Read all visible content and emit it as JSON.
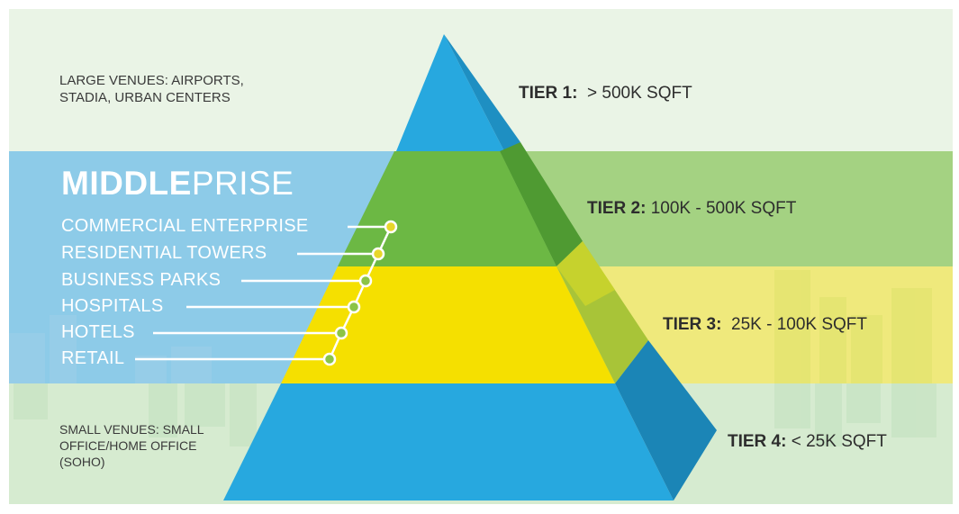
{
  "venues": {
    "large": [
      "LARGE VENUES: AIRPORTS,",
      "STADIA, URBAN CENTERS"
    ],
    "small": [
      "SMALL VENUES: SMALL",
      "OFFICE/HOME OFFICE",
      "(SOHO)"
    ]
  },
  "middleprise": {
    "bold": "MIDDLE",
    "light": "PRISE"
  },
  "segments": [
    "COMMERCIAL ENTERPRISE",
    "RESIDENTIAL TOWERS",
    "BUSINESS PARKS",
    "HOSPITALS",
    "HOTELS",
    "RETAIL"
  ],
  "tiers": [
    {
      "label": "TIER 1:",
      "value": "> 500K SQFT"
    },
    {
      "label": "TIER 2:",
      "value": "100K - 500K SQFT"
    },
    {
      "label": "TIER 3:",
      "value": "25K - 100K SQFT"
    },
    {
      "label": "TIER 4:",
      "value": "< 25K SQFT"
    }
  ],
  "colors": {
    "tier1": "#27a8df",
    "tier2": "#6cb844",
    "tier3": "#f5e000",
    "tier4": "#27a8df",
    "band_blue": "#8fcde9",
    "band_green": "#a5d383",
    "band_yellow": "#f0ea7a",
    "background": "#e2f0dc",
    "connector_yellow": "#e8d62a",
    "connector_green": "#8cc446"
  }
}
